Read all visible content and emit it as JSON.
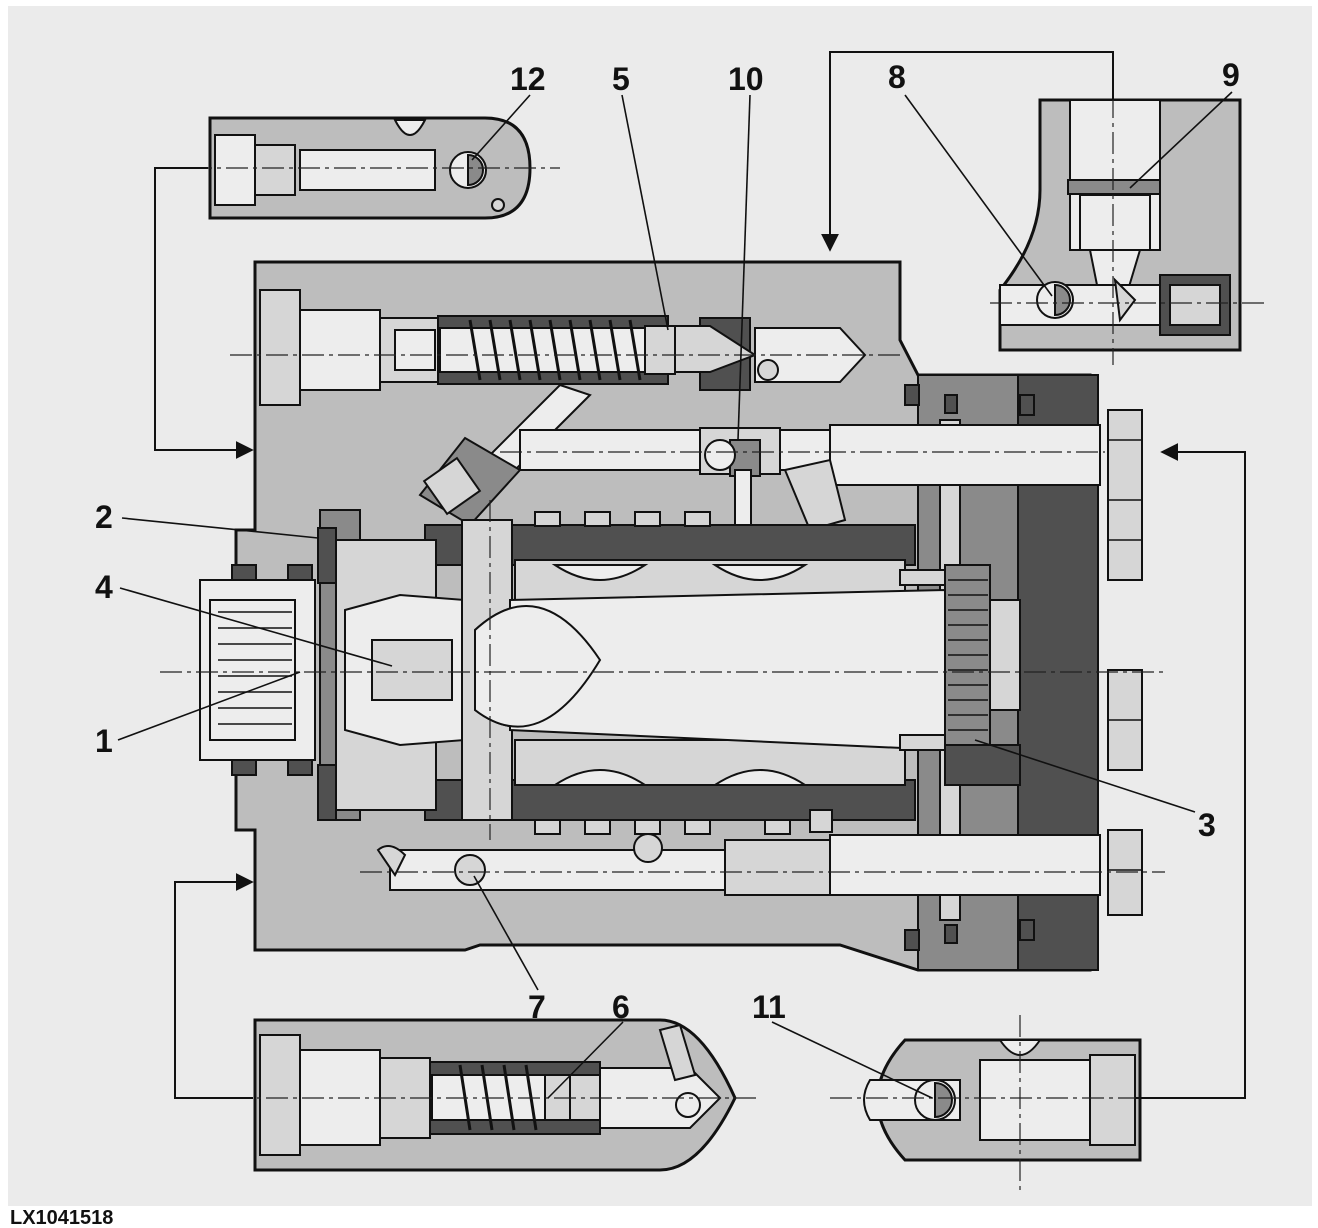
{
  "figure_id": "LX1041518",
  "callouts": [
    "1",
    "2",
    "3",
    "4",
    "5",
    "6",
    "7",
    "8",
    "9",
    "10",
    "11",
    "12"
  ],
  "colors": {
    "background": "#ebebeb",
    "housing": "#bdbdbd",
    "dark_part": "#505050",
    "outline": "#111111"
  }
}
